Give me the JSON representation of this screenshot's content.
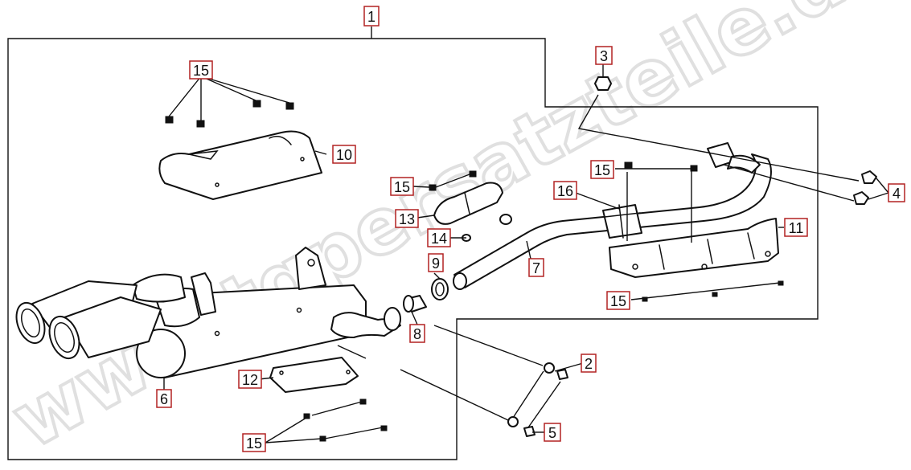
{
  "watermark": "www.tgpersatzteile.de",
  "colors": {
    "label_border": "#b22222",
    "line": "#111111",
    "watermark": "#dddddd"
  },
  "callouts": {
    "c1": "1",
    "c2": "2",
    "c3": "3",
    "c4": "4",
    "c5": "5",
    "c6": "6",
    "c7": "7",
    "c8": "8",
    "c9": "9",
    "c10": "10",
    "c11": "11",
    "c12": "12",
    "c13": "13",
    "c14": "14",
    "c15_top_left": "15",
    "c15_mid": "15",
    "c15_right": "15",
    "c15_right_bottom": "15",
    "c15_bottom_left": "15",
    "c16": "16"
  }
}
